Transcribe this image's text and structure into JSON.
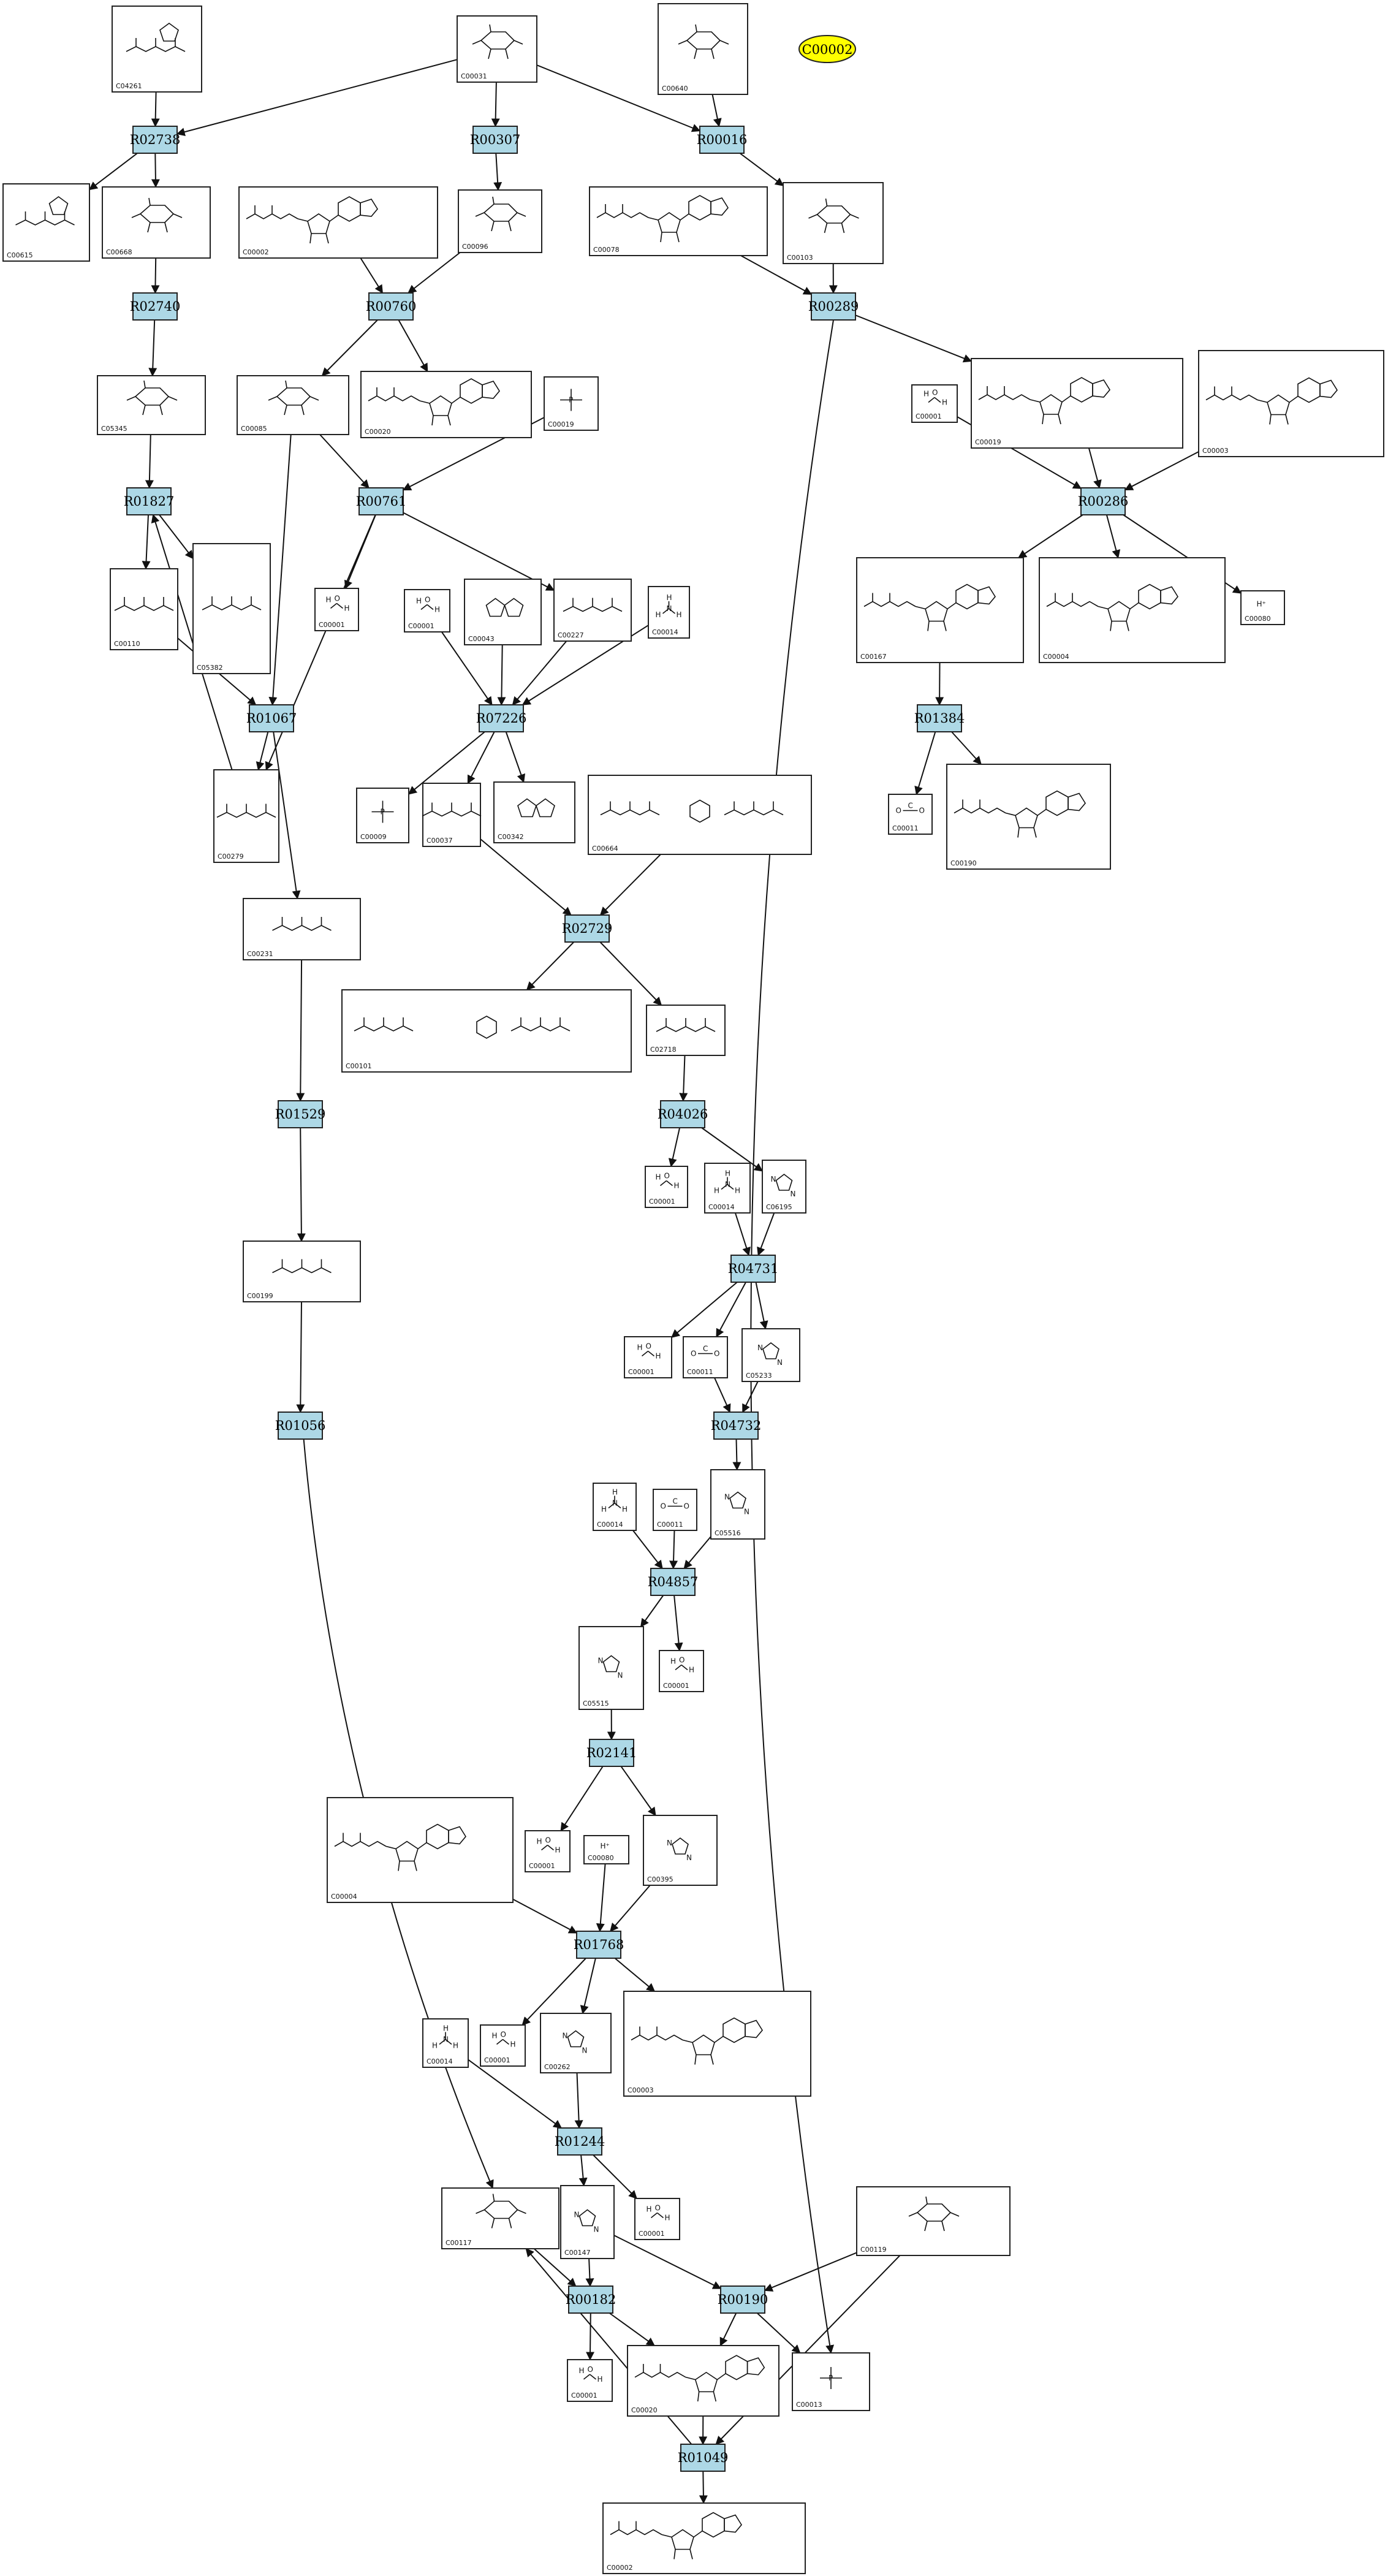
{
  "legend": {
    "label": "C00002",
    "color": "#ffff00"
  },
  "colors": {
    "reaction_fill": "#add8e6",
    "compound_fill": "#ffffff",
    "edge": "#111111"
  },
  "reactions": [
    "R02738",
    "R00307",
    "R00016",
    "R02740",
    "R00760",
    "R00289",
    "R01827",
    "R00761",
    "R00286",
    "R01067",
    "R07226",
    "R01384",
    "R02729",
    "R01529",
    "R04026",
    "R04731",
    "R01056",
    "R04732",
    "R04857",
    "R02141",
    "R01768",
    "R01244",
    "R00182",
    "R00190",
    "R01049"
  ],
  "compounds": [
    "C04261",
    "C00031",
    "C00640",
    "C00615",
    "C00668",
    "C00002",
    "C00096",
    "C00078",
    "C00103",
    "C05345",
    "C00085",
    "C00020",
    "C00019",
    "C00001",
    "C00019",
    "C00003",
    "C00110",
    "C05382",
    "C00001",
    "C00001",
    "C00043",
    "C00227",
    "C00014",
    "C00167",
    "C00004",
    "C00080",
    "C00279",
    "C00009",
    "C00037",
    "C00342",
    "C00664",
    "C00011",
    "C00190",
    "C00231",
    "C00101",
    "C02718",
    "C00199",
    "C00001",
    "C00014",
    "C06195",
    "C00001",
    "C00011",
    "C05233",
    "C00014",
    "C00011",
    "C05516",
    "C05515",
    "C00001",
    "C00001",
    "C00080",
    "C00395",
    "C00004",
    "C00014",
    "C00001",
    "C00262",
    "C00003",
    "C00001",
    "C00117",
    "C00147",
    "C00119",
    "C00001",
    "C00020",
    "C00013",
    "C00002"
  ]
}
